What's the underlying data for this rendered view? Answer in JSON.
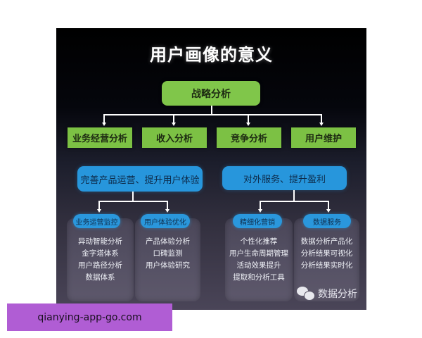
{
  "diagram": {
    "title": "用户画像的意义",
    "root": "战略分析",
    "level1": [
      "业务经营分析",
      "收入分析",
      "竞争分析",
      "用户维护"
    ],
    "level2": [
      "完善产品运营、提升用户体验",
      "对外服务、提升盈利"
    ],
    "level3": [
      {
        "label": "业务运营监控",
        "items": [
          "异动智能分析",
          "金字塔体系",
          "用户路径分析",
          "数据体系"
        ]
      },
      {
        "label": "用户体验优化",
        "items": [
          "产品体验分析",
          "口碑监测",
          "用户体验研究"
        ]
      },
      {
        "label": "精细化营销",
        "items": [
          "个性化推荐",
          "用户生命周期管理",
          "活动效果提升",
          "提取和分析工具"
        ]
      },
      {
        "label": "数据服务",
        "items": [
          "数据分析产品化",
          "分析结果可视化",
          "分析结果实时化"
        ]
      }
    ],
    "brand_label": "数据分析",
    "brand_icon": "wechat-icon"
  },
  "colors": {
    "green": "#7cc144",
    "blue": "#2796dc",
    "background_top": "#000000",
    "background_bottom": "#4a4558",
    "watermark": "#b05dd4"
  },
  "watermark": {
    "text": "qianying-app-go.com"
  }
}
